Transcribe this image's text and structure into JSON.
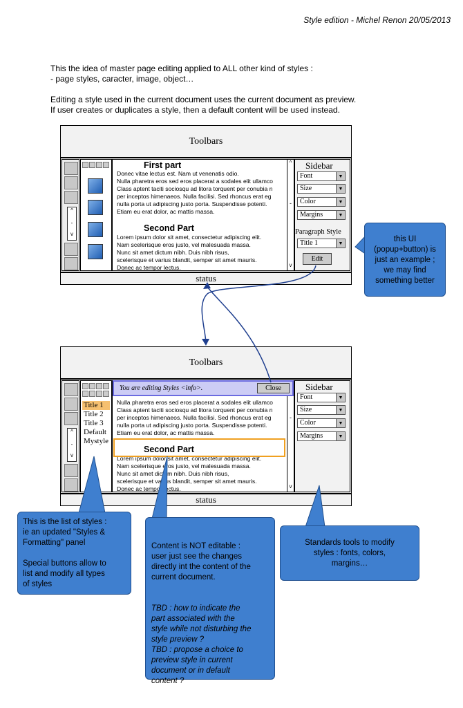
{
  "header": {
    "text": "Style edition - Michel Renon 20/05/2013"
  },
  "intro": {
    "para1": "This the idea of master page editing applied to ALL other kind of styles :\n- page styles, caracter, image, object…",
    "para2": "Editing a style used in the current document uses the current document as preview.\nIf user creates or duplicates a style, then a default content will be used instead."
  },
  "mockup1": {
    "toolbars": "Toolbars",
    "status": "status",
    "doc": {
      "heading1": "First part",
      "body1": "Donec vitae lectus est. Nam ut venenatis odio.\nNulla pharetra eros sed eros placerat a sodales elit ullamco\nClass aptent taciti sociosqu ad litora torquent per conubia n\nper inceptos himenaeos. Nulla facilisi. Sed rhoncus erat eg\nnulla porta ut adipiscing justo porta. Suspendisse potenti.\nEtiam eu erat dolor, ac mattis massa.",
      "heading2": "Second Part",
      "body2": "Lorem ipsum dolor sit amet, consectetur adipiscing elit.\nNam scelerisque eros justo, vel malesuada massa.\nNunc sit amet dictum nibh. Duis nibh risus,\nscelerisque et varius blandit, semper sit amet mauris.\nDonec ac tempor lectus."
    },
    "sidebar": {
      "title": "Sidebar",
      "font": "Font",
      "size": "Size",
      "color": "Color",
      "margins": "Margins",
      "paragraph_style_label": "Paragraph Style",
      "paragraph_style_value": "Title 1",
      "edit_label": "Edit"
    }
  },
  "mockup2": {
    "toolbars": "Toolbars",
    "status": "status",
    "banner": {
      "text": "You are editing Styles <info>.",
      "close_label": "Close"
    },
    "styles": [
      "Title 1",
      "Title 2",
      "Title 3",
      "Default",
      "Mystyle"
    ],
    "doc": {
      "body1": "Nulla pharetra eros sed eros placerat a sodales elit ullamco\nClass aptent taciti sociosqu ad litora torquent per conubia n\nper inceptos himenaeos. Nulla facilisi. Sed rhoncus erat eg\nnulla porta ut adipiscing justo porta. Suspendisse potenti.\nEtiam eu erat dolor, ac mattis massa.",
      "heading2": "Second Part",
      "body2": "Lorem ipsum dolor sit amet, consectetur adipiscing elit.\nNam scelerisque eros justo, vel malesuada massa.\nNunc sit amet dictum nibh. Duis nibh risus,\nscelerisque et varius blandit, semper sit amet mauris.\nDonec ac tempor lectus."
    },
    "sidebar": {
      "title": "Sidebar",
      "font": "Font",
      "size": "Size",
      "color": "Color",
      "margins": "Margins"
    }
  },
  "callouts": {
    "ui_example": "this UI\n(popup+button) is\njust an example ;\nwe may find\nsomething better",
    "styles_list": "This is the list of styles :\nie an updated \"Styles &\nFormatting\" panel\n\nSpecial buttons allow to\nlist and modify all types\nof styles",
    "content_not_editable": "Content is NOT editable :\nuser just see the changes\ndirectly int the content of the\ncurrent document.",
    "content_tbd": "TBD : how to indicate the\npart associated with the\nstyle while not disturbing the\nstyle preview ?\nTBD : propose a choice to\npreview style in current\ndocument or in default\ncontent ?",
    "standard_tools": "Standards tools to modify\nstyles : fonts, colors,\nmargins…"
  },
  "colors": {
    "callout_fill": "#3f7fcf",
    "highlight_orange": "#f0a020",
    "banner_fill": "#ccccf5",
    "arrow": "#1f3f8f"
  },
  "icons": {
    "scroll_up": "chevron-up-icon",
    "scroll_down": "chevron-down-icon",
    "dropdown": "triangle-down-icon"
  }
}
